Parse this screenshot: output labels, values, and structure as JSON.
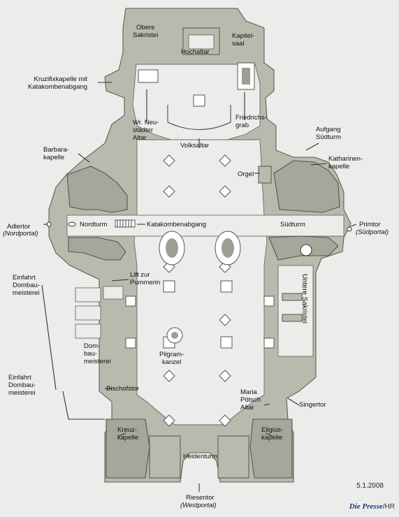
{
  "labels": {
    "obere_sakristei": "Obere\nSakristei",
    "kapitelsaal": "Kapitel-\nsaal",
    "hochaltar": "Hochaltar",
    "kruzifixkapelle": "Kruzifixkapelle mit\nKatakombenabgang",
    "wr_neustaedter": "Wr. Neu-\nstädter\nAltar",
    "friedrichsgrab": "Friedrichs-\ngrab",
    "volksaltar": "Volksaltar",
    "aufgang_suedturm": "Aufgang\nSüdturm",
    "barbarakapelle": "Barbara-\nkapelle",
    "katharinenkapelle": "Katharinen-\nkapelle",
    "orgel": "Orgel",
    "adlertor": "Adlertor",
    "nordportal": "(Nordportal)",
    "nordturm": "Nordturm",
    "katakombenabgang": "Katakombenabgang",
    "suedturm": "Südturm",
    "primtor": "Primtor",
    "suedportal": "(Südportal)",
    "lift_pummerin": "Lift zur\nPummerin",
    "einfahrt_1": "Einfahrt\nDombau-\nmeisterei",
    "untere_sakristei": "Untere Sakristei",
    "dombaumeisterei": "Dom-\nbau-\nmeisterei",
    "pilgramkanzel": "Pilgram-\nkanzel",
    "einfahrt_2": "Einfahrt\nDombau-\nmeisterei",
    "bischofstor": "Bischofstor",
    "maria_poetsch": "Maria\nPötsch\nAltar",
    "singertor": "Singertor",
    "kreuzkapelle": "Kreuz-\nkapelle",
    "eligiuskapelle": "Eligius-\nkapelle",
    "heidenturm": "Heidenturm",
    "riesentor": "Riesentor",
    "westportal": "(Westportal)"
  },
  "footer": {
    "date": "5.1.2008",
    "brand": "Die Presse",
    "initials": "/HR"
  },
  "colors": {
    "wall": "#b9b9ae",
    "background": "#ececea",
    "brand": "#1e3a78"
  }
}
